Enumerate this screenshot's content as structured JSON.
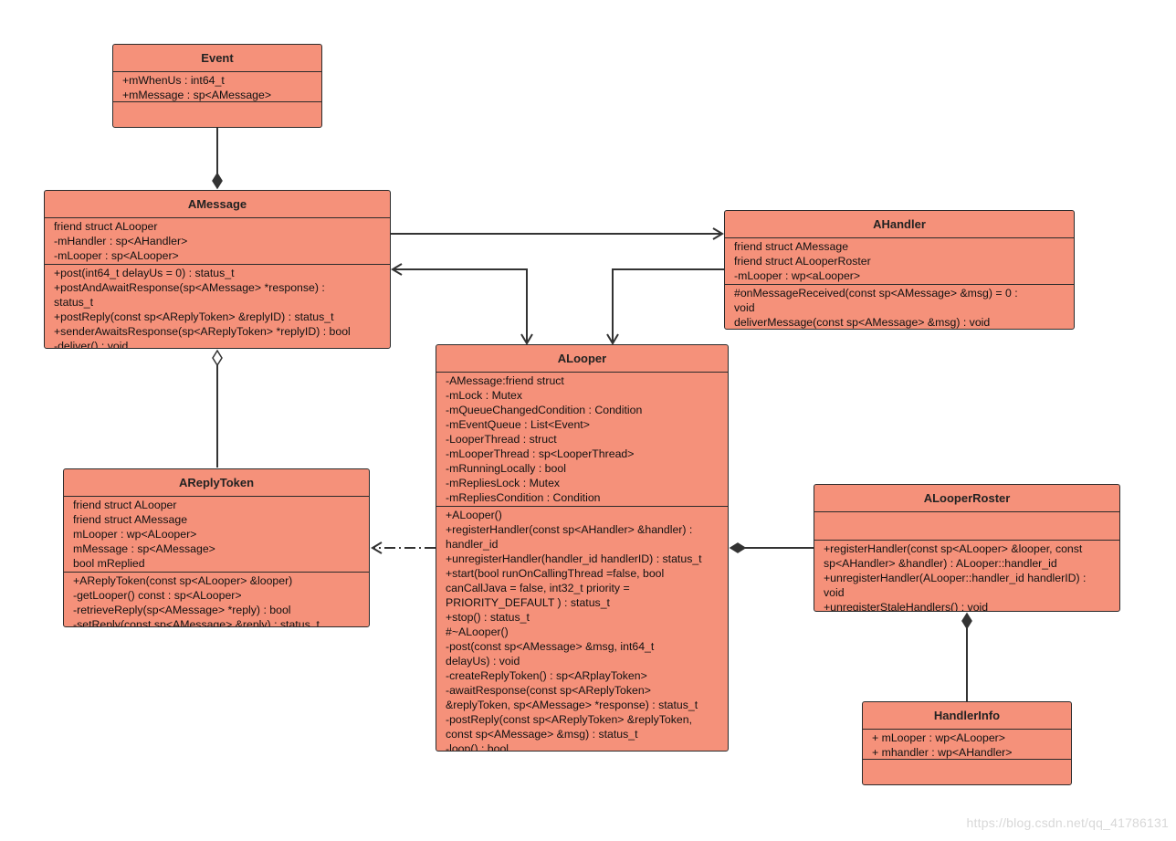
{
  "classes": {
    "event": {
      "name": "Event",
      "attributes": [
        "+mWhenUs : int64_t",
        "+mMessage : sp<AMessage>"
      ],
      "operations": []
    },
    "amessage": {
      "name": "AMessage",
      "attributes": [
        " friend struct ALooper",
        "-mHandler : sp<AHandler>",
        "-mLooper : sp<ALooper>"
      ],
      "operations": [
        "+post(int64_t delayUs = 0) : status_t",
        "+postAndAwaitResponse(sp<AMessage> *response)  :",
        "status_t",
        "+postReply(const sp<AReplyToken> &replyID) : status_t",
        "+senderAwaitsResponse(sp<AReplyToken> *replyID) : bool",
        "-deliver() : void"
      ]
    },
    "ahandler": {
      "name": "AHandler",
      "attributes": [
        "friend struct AMessage",
        "friend struct ALooperRoster",
        "-mLooper : wp<aLooper>"
      ],
      "operations": [
        "#onMessageReceived(const sp<AMessage> &msg) = 0 :",
        "void",
        "deliverMessage(const sp<AMessage> &msg) : void"
      ]
    },
    "alooper": {
      "name": "ALooper",
      "attributes": [
        "-AMessage:friend struct",
        "-mLock : Mutex",
        "-mQueueChangedCondition : Condition",
        "-mEventQueue : List<Event>",
        "-LooperThread : struct",
        "-mLooperThread : sp<LooperThread>",
        "-mRunningLocally : bool",
        "-mRepliesLock : Mutex",
        "-mRepliesCondition : Condition"
      ],
      "operations": [
        "+ALooper()",
        "+registerHandler(const sp<AHandler> &handler) :",
        "handler_id",
        "+unregisterHandler(handler_id handlerID) : status_t",
        "+start(bool runOnCallingThread =false,          bool",
        "canCallJava = false, int32_t priority =",
        "PRIORITY_DEFAULT   ) : status_t",
        "+stop() : status_t",
        "#~ALooper()",
        "-post(const sp<AMessage> &msg, int64_t",
        "delayUs) : void",
        "-createReplyToken() : sp<ARplayToken>",
        "-awaitResponse(const sp<AReplyToken>",
        "&replyToken, sp<AMessage> *response) : status_t",
        "-postReply(const sp<AReplyToken> &replyToken,",
        "const sp<AMessage> &msg) : status_t",
        "-loop() : bool"
      ]
    },
    "areplytoken": {
      "name": "AReplyToken",
      "attributes": [
        "friend struct ALooper",
        "friend struct AMessage",
        "mLooper : wp<ALooper>",
        "mMessage : sp<AMessage>",
        "bool mReplied"
      ],
      "operations": [
        "+AReplyToken(const sp<ALooper> &looper)",
        "-getLooper() const : sp<ALooper>",
        "-retrieveReply(sp<AMessage> *reply) : bool",
        "-setReply(const sp<AMessage> &reply) : status_t"
      ]
    },
    "alooperroster": {
      "name": "ALooperRoster",
      "attributes": [],
      "operations": [
        "+registerHandler(const sp<ALooper> &looper, const",
        "sp<AHandler> &handler) : ALooper::handler_id",
        "+unregisterHandler(ALooper::handler_id handlerID) :",
        "void",
        "+unregisterStaleHandlers() : void"
      ]
    },
    "handlerinfo": {
      "name": "HandlerInfo",
      "attributes": [
        "+ mLooper : wp<ALooper>",
        "+ mhandler : wp<AHandler>"
      ],
      "operations": []
    }
  },
  "relationships": [
    {
      "from": "event",
      "to": "amessage",
      "kind": "composition"
    },
    {
      "from": "amessage",
      "to": "ahandler",
      "kind": "association"
    },
    {
      "from": "alooper",
      "to": "amessage",
      "kind": "association"
    },
    {
      "from": "amessage",
      "to": "alooper",
      "kind": "association"
    },
    {
      "from": "ahandler",
      "to": "alooper",
      "kind": "association"
    },
    {
      "from": "areplytoken",
      "to": "amessage",
      "kind": "aggregation"
    },
    {
      "from": "alooper",
      "to": "areplytoken",
      "kind": "dependency"
    },
    {
      "from": "alooperroster",
      "to": "alooper",
      "kind": "composition"
    },
    {
      "from": "handlerinfo",
      "to": "alooperroster",
      "kind": "composition"
    }
  ],
  "colors": {
    "class_fill": "#f5917a",
    "border": "#2b2b2b",
    "line": "#333333"
  },
  "watermark": "https://blog.csdn.net/qq_41786131"
}
